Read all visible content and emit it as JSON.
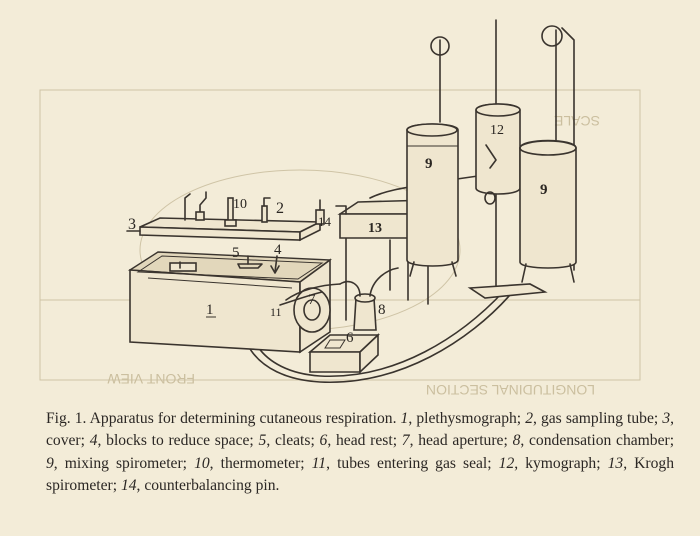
{
  "figure": {
    "labels": {
      "l1": "1",
      "l2": "2",
      "l3": "3",
      "l4": "4",
      "l5": "5",
      "l6": "6",
      "l7": "7",
      "l8": "8",
      "l9a": "9",
      "l9b": "9",
      "l10": "10",
      "l11": "11",
      "l12": "12",
      "l13": "13",
      "l14": "14"
    },
    "ghost_text": {
      "section": "LONGITUDINAL SECTION",
      "view": "FRONT VIEW",
      "scale": "SCALE"
    }
  },
  "caption": {
    "label": "Fig. 1.",
    "title": "Apparatus for determining cutaneous respiration.",
    "items": [
      {
        "num": "1",
        "text": "plethysmograph"
      },
      {
        "num": "2",
        "text": "gas sampling tube"
      },
      {
        "num": "3",
        "text": "cover"
      },
      {
        "num": "4",
        "text": "blocks to reduce space"
      },
      {
        "num": "5",
        "text": "cleats"
      },
      {
        "num": "6",
        "text": "head rest"
      },
      {
        "num": "7",
        "text": "head aperture"
      },
      {
        "num": "8",
        "text": "condensation chamber"
      },
      {
        "num": "9",
        "text": "mixing spirometer"
      },
      {
        "num": "10",
        "text": "thermometer"
      },
      {
        "num": "11",
        "text": "tubes entering gas seal"
      },
      {
        "num": "12",
        "text": "kymograph"
      },
      {
        "num": "13",
        "text": "Krogh spirometer"
      },
      {
        "num": "14",
        "text": "counterbalancing pin"
      }
    ]
  }
}
